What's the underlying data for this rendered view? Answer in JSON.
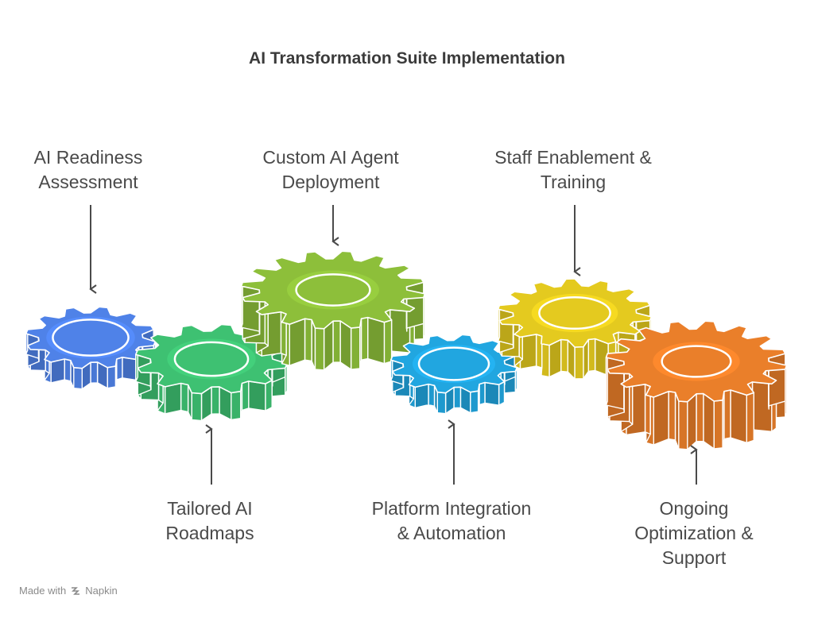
{
  "title": "AI Transformation Suite Implementation",
  "steps": [
    {
      "label": "AI Readiness\nAssessment",
      "color": "#4f82e8",
      "icon": "gear-icon"
    },
    {
      "label": "Tailored AI\nRoadmaps",
      "color": "#3ec172",
      "icon": "gear-icon"
    },
    {
      "label": "Custom AI Agent\nDeployment",
      "color": "#8dbf3a",
      "icon": "gear-icon"
    },
    {
      "label": "Platform Integration\n& Automation",
      "color": "#21a6e0",
      "icon": "gear-icon"
    },
    {
      "label": "Staff Enablement &\nTraining",
      "color": "#e4ca1f",
      "icon": "gear-icon"
    },
    {
      "label": "Ongoing\nOptimization &\nSupport",
      "color": "#ea7f2a",
      "icon": "gear-icon"
    }
  ],
  "footer": {
    "made_with": "Made with",
    "brand": "Napkin",
    "icon": "napkin-logo-icon"
  }
}
